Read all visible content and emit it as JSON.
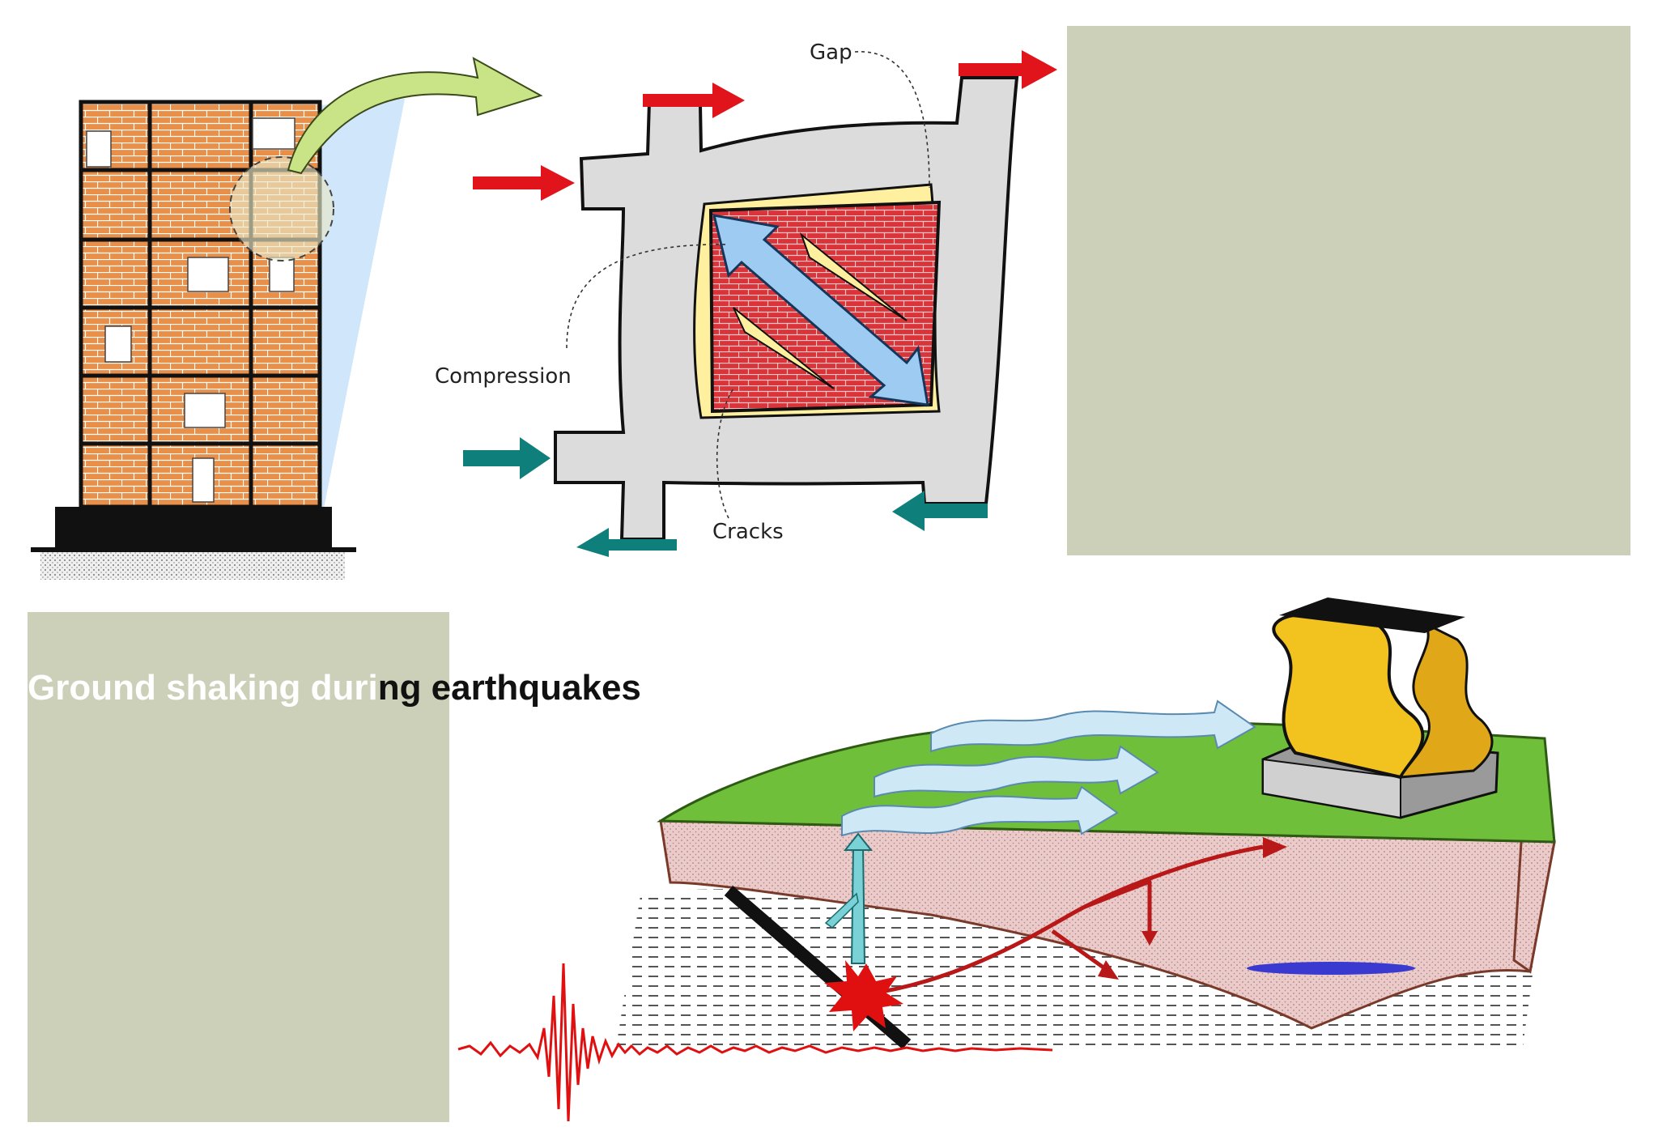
{
  "diagram": {
    "heading": {
      "part_on_panel": "Ground shaking duri",
      "part_on_background": "ng earthquakes"
    },
    "infill_wall_labels": {
      "gap": "Gap",
      "compression": "Compression",
      "cracks": "Cracks"
    },
    "placeholder_panels": [
      "top-right",
      "bottom-left"
    ]
  },
  "colors": {
    "panel": "#cdd0b9",
    "brick": "#e8904a",
    "mortar": "#ffffff",
    "frame": "#111111",
    "infill_brick": "#d8343a",
    "concrete": "#dcdcdc",
    "gap_yellow": "#fff0a0",
    "compression_arrow": "#9ecbf2",
    "lateral_force_arrow": "#e0141a",
    "reaction_arrow": "#0f7f7c",
    "ground_green": "#6fbf3a",
    "soil": "#e9c9c9",
    "seismic_wave": "#e01010",
    "building_yellow": "#f2c21f"
  },
  "icons": {
    "transition_arrow": "curved-arrow-icon",
    "force_arrow": "arrow-right-icon",
    "reaction_arrow": "arrow-left-icon",
    "epicenter": "starburst-icon"
  }
}
